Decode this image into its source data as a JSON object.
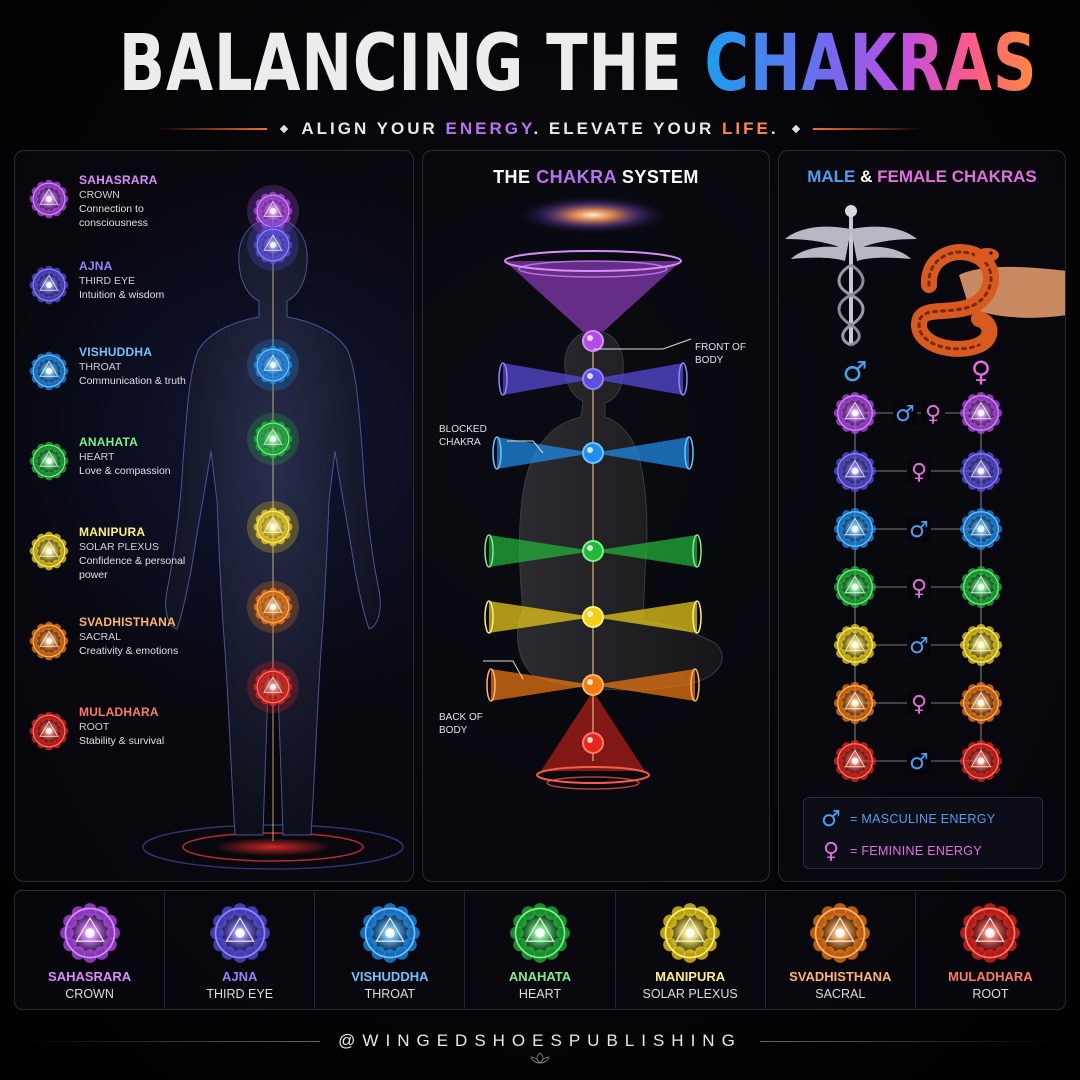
{
  "header": {
    "title_part1": "BALANCING THE ",
    "title_part2": "CHAKRAS",
    "subtitle_part1": "ALIGN YOUR ",
    "subtitle_energy": "ENERGY",
    "subtitle_part2": ". ELEVATE YOUR ",
    "subtitle_life": "LIFE",
    "subtitle_part3": "."
  },
  "chakras": [
    {
      "name": "SAHASRARA",
      "sub": "CROWN",
      "desc": "Connection to consciousness",
      "color": "#b24be8",
      "glow": "#d98cff"
    },
    {
      "name": "AJNA",
      "sub": "THIRD EYE",
      "desc": "Intuition & wisdom",
      "color": "#5a4fe0",
      "glow": "#8f86ff"
    },
    {
      "name": "VISHUDDHA",
      "sub": "THROAT",
      "desc": "Communication & truth",
      "color": "#1f8ef0",
      "glow": "#6fc4ff"
    },
    {
      "name": "ANAHATA",
      "sub": "HEART",
      "desc": "Love & compassion",
      "color": "#22b83a",
      "glow": "#7cf08a"
    },
    {
      "name": "MANIPURA",
      "sub": "SOLAR PLEXUS",
      "desc": "Confidence & personal power",
      "color": "#f2d21a",
      "glow": "#fff07a"
    },
    {
      "name": "SVADHISTHANA",
      "sub": "SACRAL",
      "desc": "Creativity & emotions",
      "color": "#f47a12",
      "glow": "#ffb46a"
    },
    {
      "name": "MULADHARA",
      "sub": "ROOT",
      "desc": "Stability & survival",
      "color": "#e8261e",
      "glow": "#ff7a6a"
    }
  ],
  "mid_panel": {
    "title_part1": "THE ",
    "title_accent": "CHAKRA",
    "title_part2": " SYSTEM",
    "callout_front": "FRONT OF BODY",
    "callout_blocked": "BLOCKED CHAKRA",
    "callout_back": "BACK OF BODY"
  },
  "right_panel": {
    "title_male": "MALE",
    "title_amp": " & ",
    "title_female": "FEMALE CHAKRAS",
    "male_symbol": "♂",
    "female_symbol": "♀",
    "legend_masculine": "= MASCULINE ENERGY",
    "legend_feminine": "= FEMININE ENERGY",
    "male_color": "#4aa0f0",
    "female_color": "#e070e0"
  },
  "footer": {
    "handle": "@WINGEDSHOESPUBLISHING"
  }
}
